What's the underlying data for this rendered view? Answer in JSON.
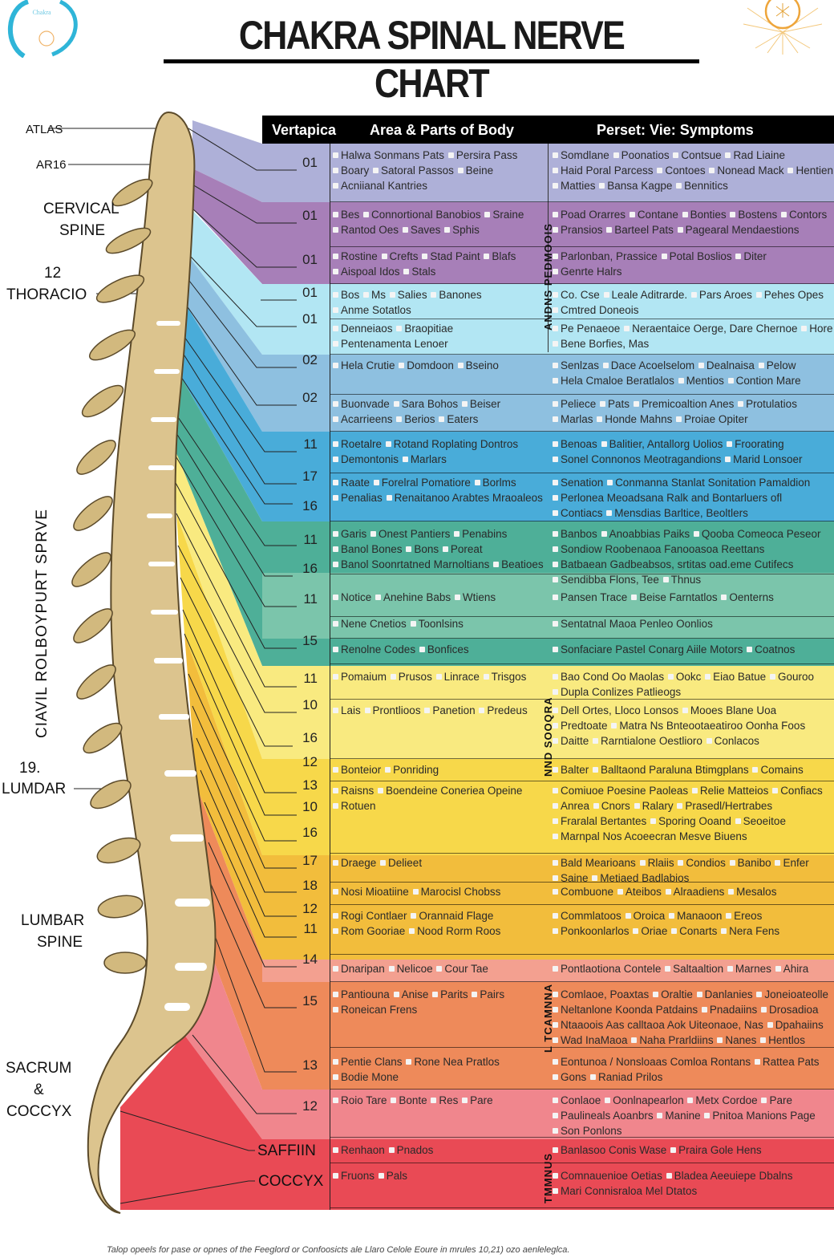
{
  "title": "CHAKRA SPINAL NERVE CHART",
  "logos": {
    "left": "logo-circle",
    "right": "logo-sun"
  },
  "header": {
    "col1": "Vertapica",
    "col2": "Area & Parts of Body",
    "col3": "Perset: Vie: Symptoms"
  },
  "side_labels": {
    "atlas": "ATLAS",
    "ar16": "AR16",
    "cervical": "CERVICAL",
    "cervical_spine": "SPINE",
    "thoracic_num": "12",
    "thoracic": "THORACIO",
    "vertical_text": "CIAVIL ROLBOYPURT SPRVE",
    "lumbar_num": "19.",
    "lumbar": "LUMDAR",
    "lumbar_spine_1": "LUMBAR",
    "lumbar_spine_2": "SPINE",
    "sacrum": "SACRUM",
    "amp": "&",
    "coccyx": "COCCYX",
    "saffiin": "SAFFIIN",
    "coccyx2": "COCCYX"
  },
  "mid_labels": [
    "ANDNS PEDMOOIS",
    "NND SOOQRA",
    "L TCAMNNA",
    "TMMNUS"
  ],
  "colors": {
    "lavender": "#aeb0d8",
    "purple": "#a77fb8",
    "lightblue": "#b2e6f3",
    "steelblue": "#8ec0e0",
    "blue": "#49acd9",
    "teal": "#4eaf98",
    "lightteal": "#7bc5ab",
    "paleyellow": "#f9ea80",
    "yellow": "#f7d84a",
    "amber": "#f2bd3c",
    "salmon": "#f3a090",
    "orange": "#ee8a5a",
    "pink": "#f0868d",
    "red": "#e94a55",
    "bone": "#dcc48e"
  },
  "rows": [
    {
      "num": "01",
      "area": [
        "Halwa Sonmans Pats",
        "Persira Pass",
        "Boary",
        "Satoral Passos",
        "Beine",
        "Acniianal Kantries"
      ],
      "symptoms": [
        "Somdlane",
        "Poonatios",
        "Contsue",
        "Rad Liaine",
        "Haid Poral Parcess",
        "Contoes",
        "Nonead Mack",
        "Hentien",
        "Matties",
        "Bansa Kagpe",
        "Bennitics"
      ]
    },
    {
      "num": "01",
      "area": [
        "Bes",
        "Connortional Banobios",
        "Sraine",
        "Rantod Oes",
        "Saves",
        "Sphis"
      ],
      "symptoms": [
        "Poad Orarres",
        "Contane",
        "Bonties",
        "Bostens",
        "Contors",
        "Pransios",
        "Barteel Pats",
        "Pagearal Mendaestions"
      ]
    },
    {
      "num": "01",
      "area": [
        "Rostine",
        "Crefts",
        "Stad Paint",
        "Blafs",
        "Aispoal Idos",
        "Stals"
      ],
      "symptoms": [
        "Parlonban, Prassice",
        "Potal Boslios",
        "Diter",
        "Genrte Halrs"
      ]
    },
    {
      "num": "01",
      "area": [
        "Bos",
        "Ms",
        "Salies",
        "Banones",
        "Anme Sotatlos"
      ],
      "symptoms": [
        "Co. Cse",
        "Leale Aditrarde.",
        "Pars Aroes",
        "Pehes Opes",
        "Cmtred Doneois"
      ]
    },
    {
      "num": "01",
      "area": [
        "Denneiaos",
        "Braopitiae",
        "Pentenamenta Lenoer"
      ],
      "symptoms": [
        "Pe Penaeoe",
        "Neraentaice Oerge, Dare Chernoe",
        "Hore",
        "Bene Borfies, Mas"
      ]
    },
    {
      "num": "02",
      "area": [
        "Hela Crutie",
        "Domdoon",
        "Bseino"
      ],
      "symptoms": [
        "Senlzas",
        "Dace Acoelselom",
        "Dealnaisa",
        "Pelow",
        "Hela Cmaloe Beratlalos",
        "Mentios",
        "Contion Mare"
      ]
    },
    {
      "num": "02",
      "area": [
        "Buonvade",
        "Sara Bohos",
        "Beiser",
        "Acarrieens",
        "Berios",
        "Eaters"
      ],
      "symptoms": [
        "Peliece",
        "Pats",
        "Premicoaltion Anes",
        "Protulatios",
        "Marlas",
        "Honde Mahns",
        "Proiae Opiter"
      ]
    },
    {
      "num": "11",
      "area": [
        "Roetalre",
        "Rotand Roplating Dontros",
        "Demontonis",
        "Marlars"
      ],
      "symptoms": [
        "Benoas",
        "Balitier, Antallorg Uolios",
        "Froorating",
        "Sonel Connonos Meotragandions",
        "Marid Lonsoer"
      ]
    },
    {
      "num": "17",
      "num2": "16",
      "area": [
        "Raate",
        "Forelral Pomatiore",
        "Borlms",
        "Penalias",
        "Renaitanoo Arabtes Mraoaleos"
      ],
      "symptoms": [
        "Senation",
        "Conmanna Stanlat Sonitation Pamaldion",
        "Perlonea Meoadsana Ralk and Bontarluers ofl",
        "Contiacs",
        "Mensdias Barltice, Beoltlers"
      ]
    },
    {
      "num": "11",
      "num2": "16",
      "area": [
        "Garis",
        "Onest Pantiers",
        "Penabins",
        "Banol Bones",
        "Bons",
        "Poreat",
        "Banol Soonrtatned Marnoltians",
        "Beatioes"
      ],
      "symptoms": [
        "Banbos",
        "Anoabbias Paiks",
        "Qooba Comeoca Peseor",
        "Sondiow Roobenaoa Fanooasoa Reettans",
        "Batbaean Gadbeabsos, srtitas oad.eme Cutifecs",
        "Sendibba Flons, Tee",
        "Thnus"
      ]
    },
    {
      "num": "11",
      "area": [
        "Notice",
        "Anehine Babs",
        "Wtiens"
      ],
      "symptoms": [
        "Pansen Trace",
        "Beise Farntatlos",
        "Oenterns"
      ]
    },
    {
      "num": "",
      "area": [
        "Nene Cnetios",
        "Toonlsins"
      ],
      "symptoms": [
        "Sentatnal Maoa Penleo Oonlios"
      ]
    },
    {
      "num": "15",
      "area": [
        "Renolne Codes",
        "Bonfices"
      ],
      "symptoms": [
        "Sonfaciare Pastel Conarg Aiile Motors",
        "Coatnos"
      ]
    },
    {
      "num": "11",
      "area": [
        "Pomaium",
        "Prusos",
        "Linrace",
        "Trisgos"
      ],
      "symptoms": [
        "Bao Cond Oo Maolas",
        "Ookc",
        "Eiao Batue",
        "Gouroo",
        "Dupla Conlizes Patlieogs"
      ]
    },
    {
      "num": "10",
      "num2": "16",
      "area": [
        "Lais",
        "Prontlioos",
        "Panetion",
        "Predeus"
      ],
      "symptoms": [
        "Dell Ortes, Lloco Lonsos",
        "Mooes Blane Uoa",
        "Predtoate",
        "Matra Ns Bnteootaeatiroo Oonha Foos",
        "Daitte",
        "Rarntialone Oestlioro",
        "Conlacos"
      ]
    },
    {
      "num": "12",
      "area": [
        "Bonteior",
        "Ponriding"
      ],
      "symptoms": [
        "Balter",
        "Balltaond Paraluna Btimgplans",
        "Comains"
      ]
    },
    {
      "num": "13",
      "num2": "10",
      "num3": "16",
      "area": [
        "Raisns",
        "Boendeine Coneriea Opeine",
        "Rotuen"
      ],
      "symptoms": [
        "Comiuoe Poesine Paoleas",
        "Relie Matteios",
        "Confiacs",
        "Anrea",
        "Cnors",
        "Ralary",
        "Prasedl/Hertrabes",
        "Fraralal Bertantes",
        "Sporing Ooand",
        "Seoeitoe",
        "Marnpal Nos Acoeecran Mesve Biuens"
      ]
    },
    {
      "num": "17",
      "area": [
        "Draege",
        "Delieet"
      ],
      "symptoms": [
        "Bald Mearioans",
        "Rlaiis",
        "Condios",
        "Banibo",
        "Enfer",
        "Saine",
        "Metiaed Badlabios"
      ]
    },
    {
      "num": "18",
      "area": [
        "Nosi Mioatiine",
        "Marocisl Chobss"
      ],
      "symptoms": [
        "Combuone",
        "Ateibos",
        "Alraadiens",
        "Mesalos"
      ]
    },
    {
      "num": "12",
      "num2": "11",
      "area": [
        "Rogi Contlaer",
        "Orannaid Flage",
        "Rom Gooriae",
        "Nood Rorm Roos"
      ],
      "symptoms": [
        "Commlatoos",
        "Oroica",
        "Manaoon",
        "Ereos",
        "Ponkoonlarlos",
        "Oriae",
        "Conarts",
        "Nera Fens"
      ]
    },
    {
      "num": "14",
      "area": [
        "Dnaripan",
        "Nelicoe",
        "Cour Tae"
      ],
      "symptoms": [
        "Pontlaotiona Contele",
        "Saltaaltion",
        "Marnes",
        "Ahira"
      ]
    },
    {
      "num": "15",
      "area": [
        "Pantiouna",
        "Anise",
        "Parits",
        "Pairs",
        "Roneican Frens"
      ],
      "symptoms": [
        "Comlaoe, Poaxtas",
        "Oraltie",
        "Danlanies",
        "Joneioateolle",
        "Neltanlone Koonda Patdains",
        "Pnadaiins",
        "Drosadioa",
        "Ntaaoois Aas calltaoa Aok Uiteonaoe, Nas",
        "Dpahaiins",
        "Wad InaMaoa",
        "Naha Prarldiins",
        "Nanes",
        "Hentlos"
      ]
    },
    {
      "num": "13",
      "area": [
        "Pentie Clans",
        "Rone Nea Pratlos",
        "Bodie Mone"
      ],
      "symptoms": [
        "Eontunoa / Nonsloaas Comloa Rontans",
        "Rattea Pats",
        "Gons",
        "Raniad Prilos"
      ]
    },
    {
      "num": "12",
      "area": [
        "Roio Tare",
        "Bonte",
        "Res",
        "Pare"
      ],
      "symptoms": [
        "Conlaoe",
        "Oonlnapearlon",
        "Metx Cordoe",
        "Pare",
        "Paulineals Aoanbrs",
        "Manine",
        "Pnitoa Manions Page",
        "Son Ponlons"
      ]
    },
    {
      "num": "",
      "area": [
        "Renhaon",
        "Pnados"
      ],
      "symptoms": [
        "Banlasoo Conis Wase",
        "Praira Gole Hens"
      ]
    },
    {
      "num": "",
      "area": [
        "Fruons",
        "Pals"
      ],
      "symptoms": [
        "Comnauenioe Oetias",
        "Bladea Aeeuiepe Dbalns",
        "Mari Connisraloa Mel Dtatos"
      ]
    }
  ],
  "footnote": "Talop opeels for pase or opnes of the Feeglord or Confoosicts ale Llaro Celole Eoure in mrules 10,21) ozo aenleleglca."
}
